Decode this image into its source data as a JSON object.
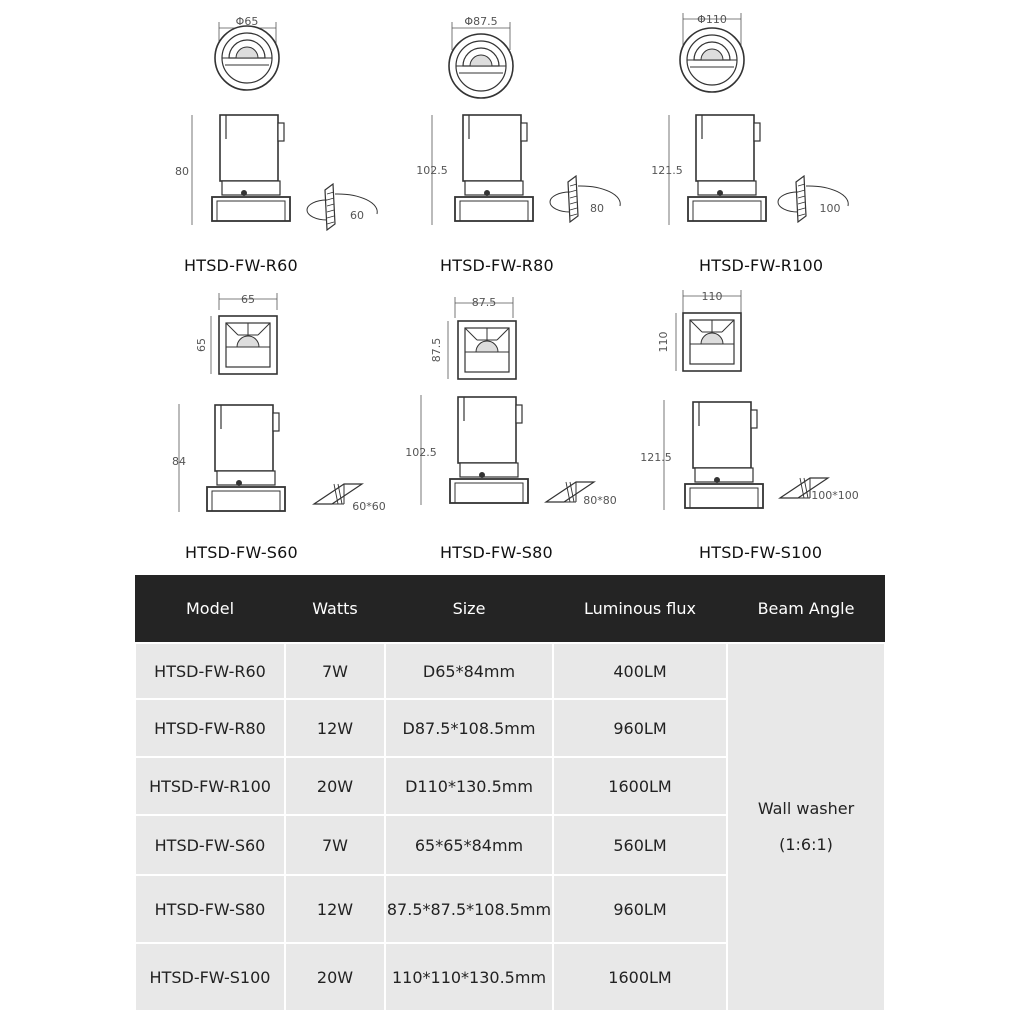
{
  "products": [
    {
      "model": "HTSD-FW-R60",
      "front_dim": "Φ65",
      "height": "80",
      "angle": "60"
    },
    {
      "model": "HTSD-FW-R80",
      "front_dim": "Φ87.5",
      "height": "102.5",
      "angle": "80"
    },
    {
      "model": "HTSD-FW-R100",
      "front_dim": "Φ110",
      "height": "121.5",
      "angle": "100"
    },
    {
      "model": "HTSD-FW-S60",
      "front_dim": "65",
      "side_dim": "65",
      "height": "84",
      "angle": "60*60"
    },
    {
      "model": "HTSD-FW-S80",
      "front_dim": "87.5",
      "side_dim": "87.5",
      "height": "102.5",
      "angle": "80*80"
    },
    {
      "model": "HTSD-FW-S100",
      "front_dim": "110",
      "side_dim": "110",
      "height": "121.5",
      "angle": "100*100"
    }
  ],
  "table": {
    "headers": [
      "Model",
      "Watts",
      "Size",
      "Luminous flux",
      "Beam Angle"
    ],
    "rows": [
      [
        "HTSD-FW-R60",
        "7W",
        "D65*84mm",
        "400LM"
      ],
      [
        "HTSD-FW-R80",
        "12W",
        "D87.5*108.5mm",
        "960LM"
      ],
      [
        "HTSD-FW-R100",
        "20W",
        "D110*130.5mm",
        "1600LM"
      ],
      [
        "HTSD-FW-S60",
        "7W",
        "65*65*84mm",
        "560LM"
      ],
      [
        "HTSD-FW-S80",
        "12W",
        "87.5*87.5*108.5mm",
        "960LM"
      ],
      [
        "HTSD-FW-S100",
        "20W",
        "110*110*130.5mm",
        "1600LM"
      ]
    ],
    "beam_line1": "Wall washer",
    "beam_line2": "(1:6:1)"
  }
}
